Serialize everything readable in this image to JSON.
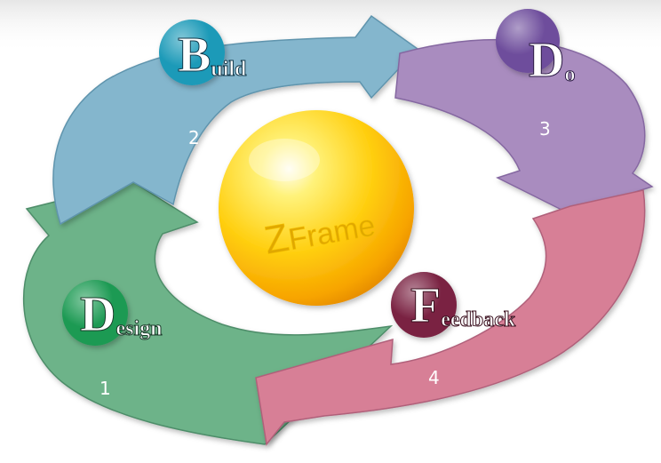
{
  "cycle": {
    "center_label": {
      "initial": "Z",
      "rest": "Frame"
    },
    "stages": [
      {
        "initial": "D",
        "rest": "esign",
        "number": "1",
        "color": "#6db389",
        "badge_color": "#1f9a52"
      },
      {
        "initial": "B",
        "rest": "uild",
        "number": "2",
        "color": "#84b6cd",
        "badge_color": "#1f9ab8"
      },
      {
        "initial": "D",
        "rest": "o",
        "number": "3",
        "color": "#a98cbf",
        "badge_color": "#6e4e9c"
      },
      {
        "initial": "F",
        "rest": "eedback",
        "number": "4",
        "color": "#d77f96",
        "badge_color": "#7a2442"
      }
    ]
  }
}
